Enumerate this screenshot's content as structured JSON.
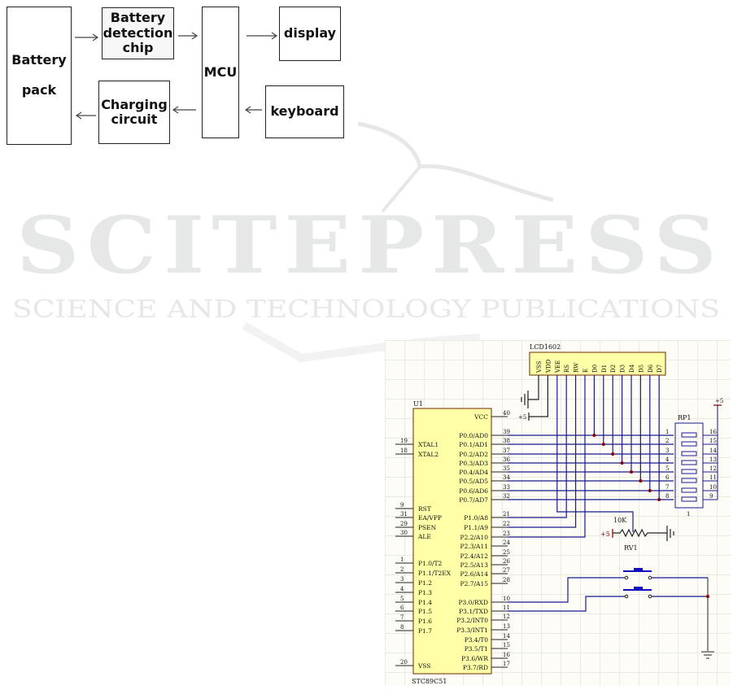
{
  "watermark": {
    "main": "SCITEPRESS",
    "sub": "SCIENCE AND TECHNOLOGY PUBLICATIONS"
  },
  "block_diagram": {
    "blocks": {
      "battery_pack": [
        "Battery",
        "pack"
      ],
      "detection_chip": [
        "Battery",
        "detection",
        "chip"
      ],
      "mcu": [
        "MCU"
      ],
      "display": [
        "display"
      ],
      "charging": [
        "Charging",
        "circuit"
      ],
      "keyboard": [
        "keyboard"
      ]
    },
    "connections": [
      {
        "from": "Battery pack",
        "to": "Battery detection chip"
      },
      {
        "from": "Battery detection chip",
        "to": "MCU"
      },
      {
        "from": "MCU",
        "to": "display"
      },
      {
        "from": "keyboard",
        "to": "MCU"
      },
      {
        "from": "MCU",
        "to": "Charging circuit"
      },
      {
        "from": "Charging circuit",
        "to": "Battery pack"
      }
    ]
  },
  "schematic": {
    "colors": {
      "wire": "#1a1a8c",
      "junction": "#8b0000",
      "component_fill": "#ffffa8",
      "component_border": "#6b2a00"
    },
    "lcd": {
      "ref": "LCD1602",
      "pins": [
        "VSS",
        "VDD",
        "VEE",
        "RS",
        "RW",
        "E",
        "D0",
        "D1",
        "D2",
        "D3",
        "D4",
        "D5",
        "D6",
        "D7"
      ]
    },
    "mcu": {
      "ref": "U1",
      "part": "STC89C51",
      "right_pins": [
        {
          "num": "40",
          "name": "VCC"
        },
        {
          "num": "39",
          "name": "P0.0/AD0"
        },
        {
          "num": "38",
          "name": "P0.1/AD1"
        },
        {
          "num": "37",
          "name": "P0.2/AD2"
        },
        {
          "num": "36",
          "name": "P0.3/AD3"
        },
        {
          "num": "35",
          "name": "P0.4/AD4"
        },
        {
          "num": "34",
          "name": "P0.5/AD5"
        },
        {
          "num": "33",
          "name": "P0.6/AD6"
        },
        {
          "num": "32",
          "name": "P0.7/AD7"
        },
        {
          "num": "21",
          "name": "P1.0/A8"
        },
        {
          "num": "22",
          "name": "P1.1/A9"
        },
        {
          "num": "23",
          "name": "P2.2/A10"
        },
        {
          "num": "24",
          "name": "P2.3/A11"
        },
        {
          "num": "25",
          "name": "P2.4/A12"
        },
        {
          "num": "26",
          "name": "P2.5/A13"
        },
        {
          "num": "27",
          "name": "P2.6/A14"
        },
        {
          "num": "28",
          "name": "P2.7/A15"
        },
        {
          "num": "10",
          "name": "P3.0/RXD"
        },
        {
          "num": "11",
          "name": "P3.1/TXD"
        },
        {
          "num": "12",
          "name": "P3.2/INT0"
        },
        {
          "num": "13",
          "name": "P3.3/INT1"
        },
        {
          "num": "14",
          "name": "P3.4/T0"
        },
        {
          "num": "15",
          "name": "P3.5/T1"
        },
        {
          "num": "16",
          "name": "P3.6/WR"
        },
        {
          "num": "17",
          "name": "P3.7/RD"
        }
      ],
      "left_pins": [
        {
          "num": "19",
          "name": "XTAL1"
        },
        {
          "num": "18",
          "name": "XTAL2"
        },
        {
          "num": "9",
          "name": "RST"
        },
        {
          "num": "31",
          "name": "EA/VPP"
        },
        {
          "num": "29",
          "name": "PSEN"
        },
        {
          "num": "30",
          "name": "ALE"
        },
        {
          "num": "1",
          "name": "P1.0/T2"
        },
        {
          "num": "2",
          "name": "P1.1/T2EX"
        },
        {
          "num": "3",
          "name": "P1.2"
        },
        {
          "num": "4",
          "name": "P1.3"
        },
        {
          "num": "5",
          "name": "P1.4"
        },
        {
          "num": "6",
          "name": "P1.5"
        },
        {
          "num": "7",
          "name": "P1.6"
        },
        {
          "num": "8",
          "name": "P1.7"
        },
        {
          "num": "20",
          "name": "VSS"
        }
      ]
    },
    "rp1": {
      "ref": "RP1",
      "value": "1",
      "left_pins": [
        "1",
        "2",
        "3",
        "4",
        "5",
        "6",
        "7",
        "8"
      ],
      "right_pins": [
        "16",
        "15",
        "14",
        "13",
        "12",
        "11",
        "10",
        "9"
      ]
    },
    "rv1": {
      "ref": "RV1",
      "value": "10K"
    },
    "power_labels": {
      "plus5": "+5"
    }
  }
}
